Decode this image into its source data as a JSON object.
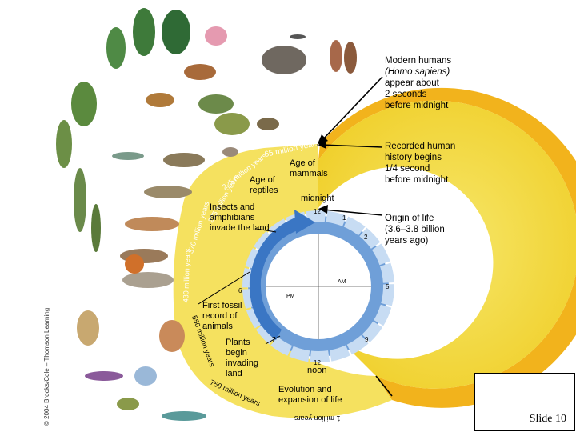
{
  "credit": "© 2004 Brooks/Cole – Thomson Learning",
  "band_labels": [
    "65 million years",
    "225 million years",
    "225 million years",
    "370 million years",
    "430 million years",
    "550 million years",
    "750 million years",
    "1 million years"
  ],
  "clock": {
    "hour_12_top": "12",
    "hour_1": "1",
    "hour_2": "2",
    "hour_5": "5",
    "hour_6": "6",
    "hour_7": "7",
    "hour_9": "9",
    "hour_12_bottom": "12",
    "am": "AM",
    "pm": "PM"
  },
  "labels": {
    "age_of_mammals": "Age of\nmammals",
    "age_of_reptiles": "Age of\nreptiles",
    "midnight": "midnight",
    "insects": "Insects and\namphibians\ninvade the land",
    "first_fossil": "First fossil\nrecord of\nanimals",
    "plants": "Plants\nbegin\ninvading\nland",
    "noon": "noon",
    "evolution": "Evolution and\nexpansion of life"
  },
  "notes": {
    "modern_humans_1": "Modern humans",
    "modern_humans_2": "(Homo sapiens)",
    "modern_humans_3": "appear about\n2 seconds\nbefore midnight",
    "recorded_history": "Recorded human\nhistory begins\n1/4 second\nbefore midnight",
    "origin_of_life": "Origin of life\n(3.6–3.8 billion\nyears ago)"
  },
  "slide": "Slide 10",
  "colors": {
    "spiral_yellow": "#f3dc43",
    "spiral_orange": "#f2b31c",
    "ring_blue": "#6f9fd8",
    "ring_light": "#c7dcf3",
    "ring_dark": "#3a76c4"
  }
}
